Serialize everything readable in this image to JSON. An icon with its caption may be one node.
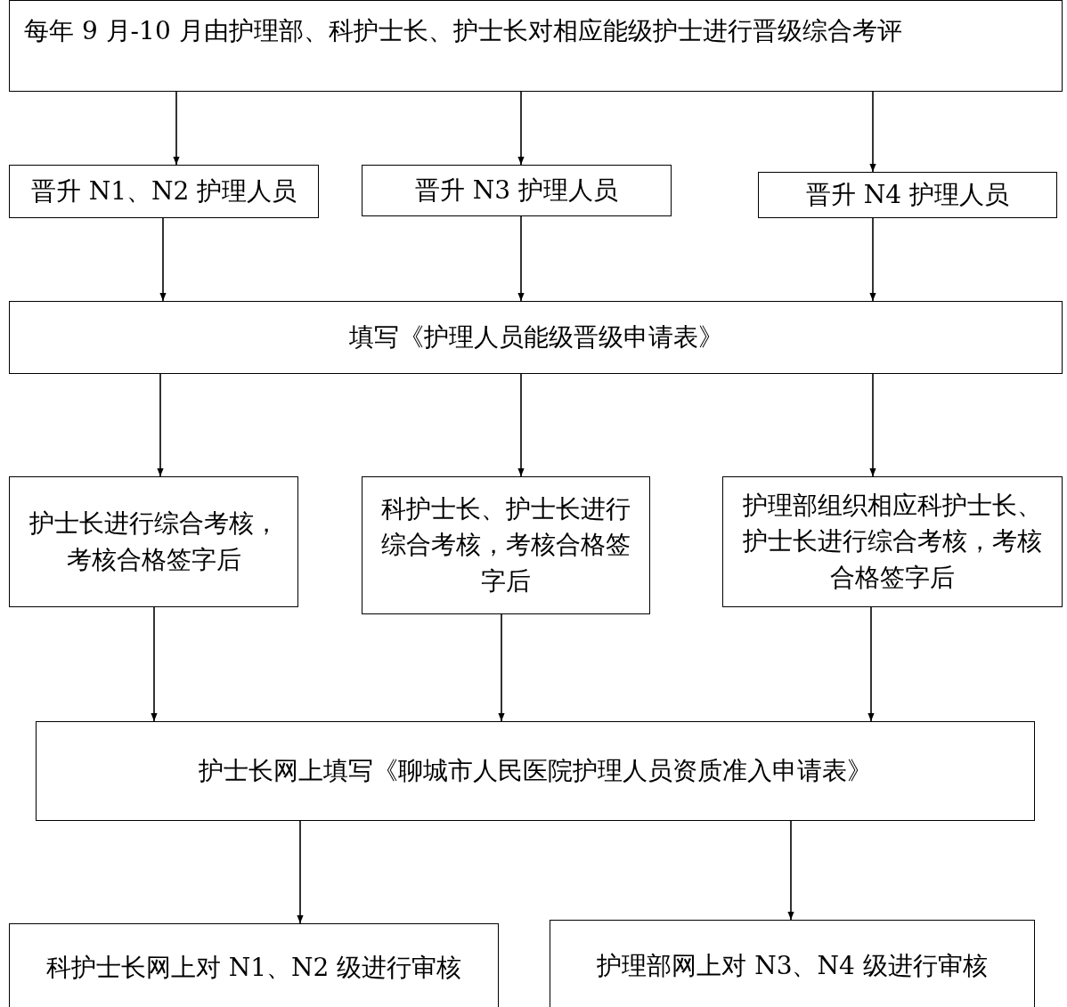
{
  "diagram": {
    "nodes": [
      {
        "text": [
          "每年 9 月-10 月由护理部、科护士长、护士长对相应能级护士进行晋级综合考评"
        ]
      },
      {
        "text": [
          "晋升 N1、N2 护理人员"
        ]
      },
      {
        "text": [
          "晋升 N3 护理人员"
        ]
      },
      {
        "text": [
          "晋升 N4 护理人员"
        ]
      },
      {
        "text": [
          "填写《护理人员能级晋级申请表》"
        ]
      },
      {
        "text": [
          "护士长进行综合考核，考核合格签字后"
        ]
      },
      {
        "text": [
          "科护士长、护士长进行综合考核，考核合格签字后"
        ]
      },
      {
        "text": [
          "护理部组织相应科护士长、护士长进行综合考核，考核合格签字后"
        ]
      },
      {
        "text": [
          "护士长网上填写《聊城市人民医院护理人员资质准入申请表》"
        ]
      },
      {
        "text": [
          "科护士长网上对 N1、N2 级进行审核"
        ]
      },
      {
        "text": [
          "护理部网上对 N3、N4 级进行审核"
        ]
      }
    ],
    "edges": [
      {
        "from": 0,
        "to": 1,
        "arrow": "to"
      },
      {
        "from": 0,
        "to": 2,
        "arrow": "to"
      },
      {
        "from": 0,
        "to": 3,
        "arrow": "to"
      },
      {
        "from": 1,
        "to": 4,
        "arrow": "to"
      },
      {
        "from": 2,
        "to": 4,
        "arrow": "to"
      },
      {
        "from": 3,
        "to": 4,
        "arrow": "to"
      },
      {
        "from": 4,
        "to": 5,
        "arrow": "to"
      },
      {
        "from": 4,
        "to": 6,
        "arrow": "to"
      },
      {
        "from": 4,
        "to": 7,
        "arrow": "to"
      },
      {
        "from": 5,
        "to": 8,
        "arrow": "to"
      },
      {
        "from": 6,
        "to": 8,
        "arrow": "to"
      },
      {
        "from": 7,
        "to": 8,
        "arrow": "to"
      },
      {
        "from": 8,
        "to": 9,
        "arrow": "to"
      },
      {
        "from": 8,
        "to": 10,
        "arrow": "to"
      }
    ]
  }
}
